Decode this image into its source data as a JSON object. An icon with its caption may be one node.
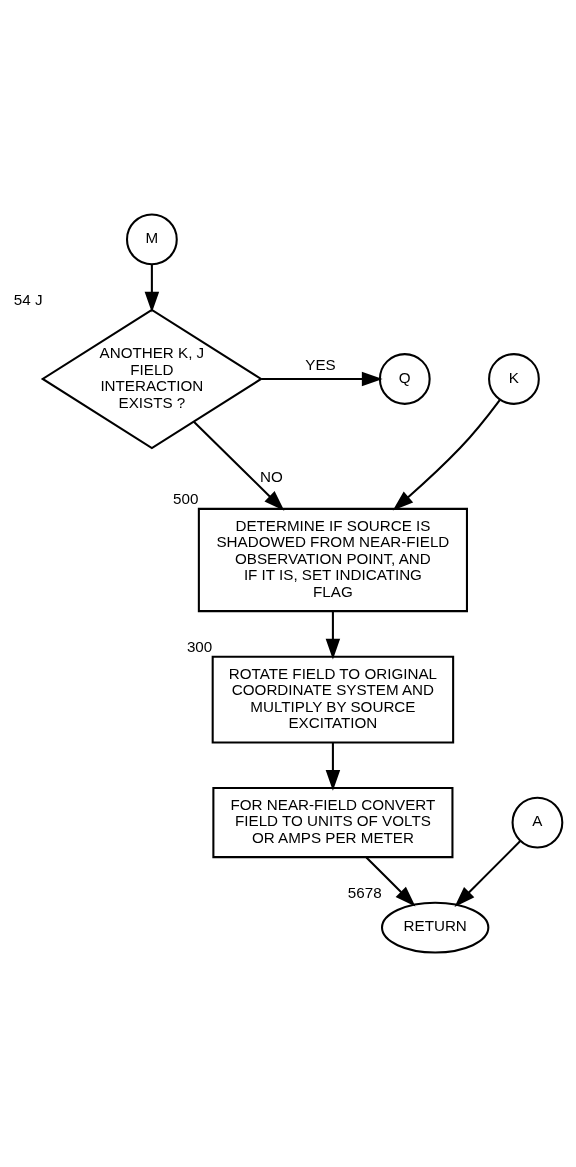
{
  "diagram": {
    "nodes": [
      {
        "text": [
          "M"
        ]
      },
      {
        "text": [
          "ANOTHER K, J FIELD INTERACTION EXISTS ?"
        ],
        "beside": [
          "54 J"
        ]
      },
      {
        "text": [
          "Q"
        ]
      },
      {
        "text": [
          "K"
        ]
      },
      {
        "text": [
          "DETERMINE IF SOURCE IS SHADOWED FROM NEAR-FIELD OBSERVATION POINT, AND IF IT IS, SET INDICATING FLAG"
        ],
        "beside": [
          "500"
        ]
      },
      {
        "text": [
          "ROTATE FIELD TO ORIGINAL COORDINATE SYSTEM AND MULTIPLY BY SOURCE EXCITATION"
        ],
        "beside": [
          "300"
        ]
      },
      {
        "text": [
          "FOR NEAR-FIELD CONVERT FIELD TO UNITS OF VOLTS OR AMPS PER METER"
        ]
      },
      {
        "text": [
          "A"
        ]
      },
      {
        "text": [
          "RETURN"
        ],
        "beside": [
          "5678"
        ]
      }
    ],
    "edges": [
      {
        "from": 0,
        "to": 1,
        "arrow": "to"
      },
      {
        "from": 1,
        "to": 2,
        "arrow": "to",
        "label": "YES"
      },
      {
        "from": 1,
        "to": 4,
        "arrow": "to",
        "label": "NO"
      },
      {
        "from": 3,
        "to": 4,
        "arrow": "to"
      },
      {
        "from": 4,
        "to": 5,
        "arrow": "to"
      },
      {
        "from": 5,
        "to": 6,
        "arrow": "to"
      },
      {
        "from": 6,
        "to": 8,
        "arrow": "to"
      },
      {
        "from": 7,
        "to": 8,
        "arrow": "to"
      }
    ]
  }
}
